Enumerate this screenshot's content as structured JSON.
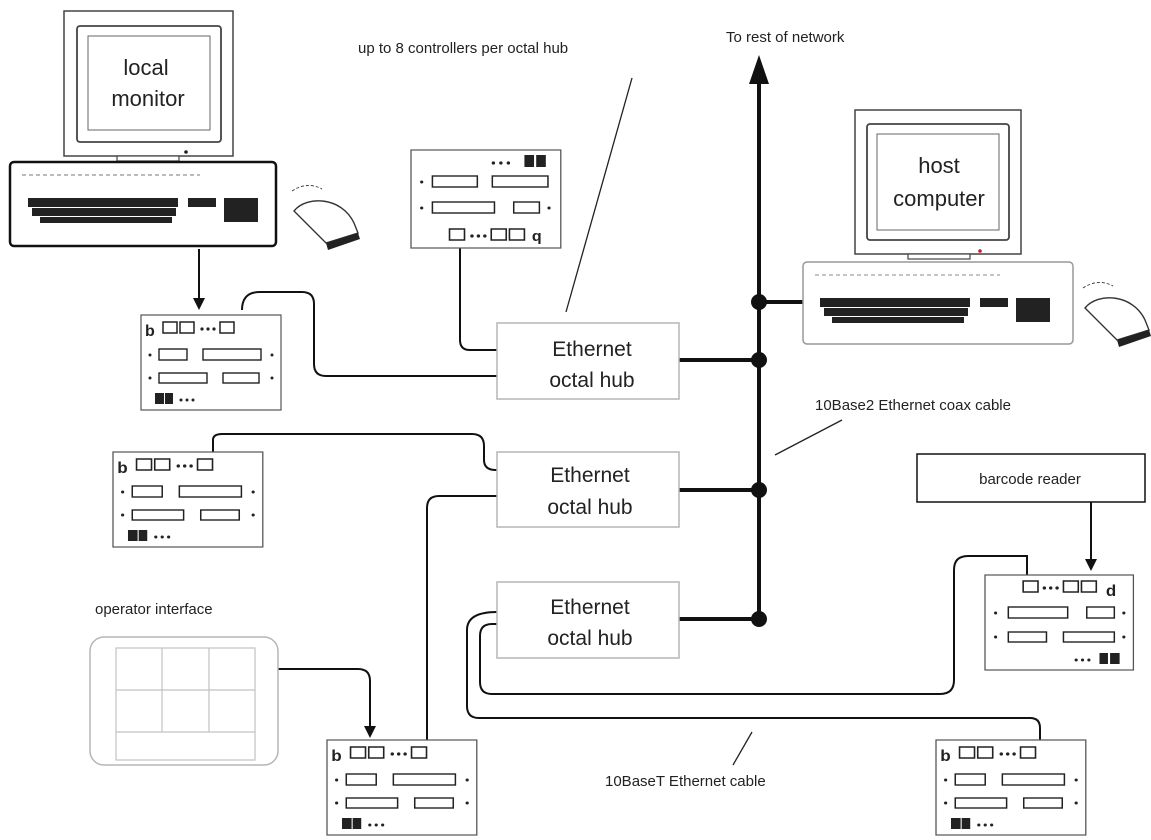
{
  "labels": {
    "to_rest_of_network": "To rest of network",
    "controllers_per_hub": "up to 8 controllers per octal hub",
    "coax_cable": "10Base2 Ethernet coax cable",
    "twisted_pair_cable": "10BaseT Ethernet cable",
    "operator_interface": "operator interface",
    "barcode_reader": "barcode reader",
    "local_monitor_line1": "local",
    "local_monitor_line2": "monitor",
    "host_computer_line1": "host",
    "host_computer_line2": "computer"
  },
  "hubs": [
    {
      "line1": "Ethernet",
      "line2": "octal hub"
    },
    {
      "line1": "Ethernet",
      "line2": "octal hub"
    },
    {
      "line1": "Ethernet",
      "line2": "octal hub"
    }
  ],
  "controllers": [
    {
      "id": "top",
      "label": "q"
    },
    {
      "id": "left-1",
      "label": "b"
    },
    {
      "id": "left-2",
      "label": "b"
    },
    {
      "id": "bottom",
      "label": "b"
    },
    {
      "id": "right-1",
      "label": "d"
    },
    {
      "id": "right-2",
      "label": "b"
    }
  ],
  "colors": {
    "line": "#111111",
    "panel_border": "#555555",
    "light_border": "#b5b5b5",
    "dark_fill": "#222222"
  }
}
